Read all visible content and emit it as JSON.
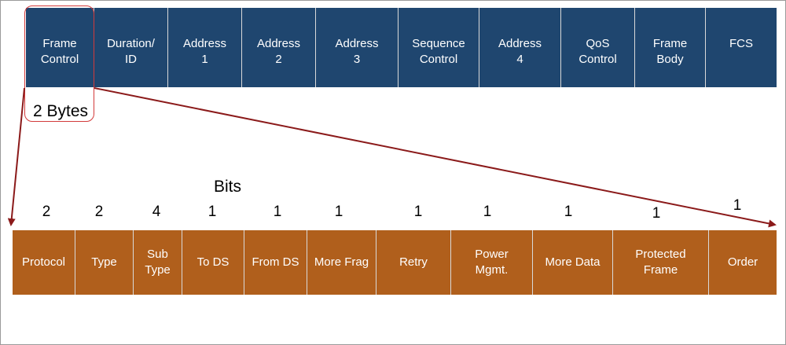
{
  "frame_fields": [
    {
      "label": "Frame\nControl"
    },
    {
      "label": "Duration/\nID"
    },
    {
      "label": "Address\n1"
    },
    {
      "label": "Address\n2"
    },
    {
      "label": "Address\n3"
    },
    {
      "label": "Sequence\nControl"
    },
    {
      "label": "Address\n4"
    },
    {
      "label": "QoS\nControl"
    },
    {
      "label": "Frame\nBody"
    },
    {
      "label": "FCS"
    }
  ],
  "bytes_label": "2 Bytes",
  "bits_title": "Bits",
  "control_fields": [
    {
      "label": "Protocol",
      "bits": "2"
    },
    {
      "label": "Type",
      "bits": "2"
    },
    {
      "label": "Sub\nType",
      "bits": "4"
    },
    {
      "label": "To DS",
      "bits": "1"
    },
    {
      "label": "From DS",
      "bits": "1"
    },
    {
      "label": "More Frag",
      "bits": "1"
    },
    {
      "label": "Retry",
      "bits": "1"
    },
    {
      "label": "Power\nMgmt.",
      "bits": "1"
    },
    {
      "label": "More Data",
      "bits": "1"
    },
    {
      "label": "Protected\nFrame",
      "bits": "1"
    },
    {
      "label": "Order",
      "bits": "1"
    }
  ],
  "colors": {
    "frame_fill": "#1f466f",
    "control_fill": "#b05f1c",
    "arrow": "#8b1a1a",
    "highlight": "#d23a3a"
  }
}
